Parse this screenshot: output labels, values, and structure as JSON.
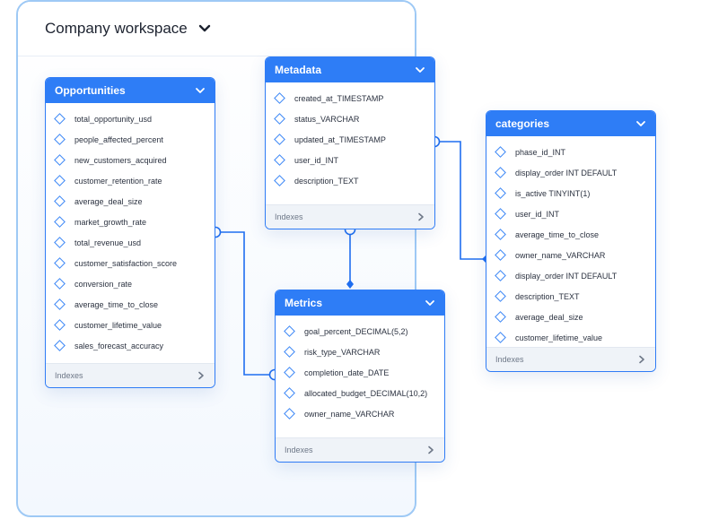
{
  "workspace": {
    "title": "Company workspace"
  },
  "icons": {
    "chevron": "chevron-down-icon",
    "field": "diamond-icon",
    "indexes": "chevron-right-icon"
  },
  "colors": {
    "accent": "#2e7df6",
    "border": "#9ec9f5",
    "connector": "#1f6ef0"
  },
  "tables": {
    "opportunities": {
      "name": "Opportunities",
      "fields": [
        "total_opportunity_usd",
        "people_affected_percent",
        "new_customers_acquired",
        "customer_retention_rate",
        "average_deal_size",
        "market_growth_rate",
        "total_revenue_usd",
        "customer_satisfaction_score",
        "conversion_rate",
        "average_time_to_close",
        "customer_lifetime_value",
        "sales_forecast_accuracy"
      ],
      "indexes_label": "Indexes"
    },
    "metadata": {
      "name": "Metadata",
      "fields": [
        "created_at_TIMESTAMP",
        "status_VARCHAR",
        "updated_at_TIMESTAMP",
        "user_id_INT",
        "description_TEXT"
      ],
      "indexes_label": "Indexes"
    },
    "metrics": {
      "name": "Metrics",
      "fields": [
        "goal_percent_DECIMAL(5,2)",
        "risk_type_VARCHAR",
        "completion_date_DATE",
        "allocated_budget_DECIMAL(10,2)",
        "owner_name_VARCHAR"
      ],
      "indexes_label": "Indexes"
    },
    "categories": {
      "name": "categories",
      "fields": [
        "phase_id_INT",
        "display_order INT DEFAULT",
        "is_active TINYINT(1)",
        "user_id_INT",
        "average_time_to_close",
        "owner_name_VARCHAR",
        "display_order INT DEFAULT",
        "description_TEXT",
        "average_deal_size",
        "customer_lifetime_value"
      ],
      "indexes_label": "Indexes"
    }
  }
}
